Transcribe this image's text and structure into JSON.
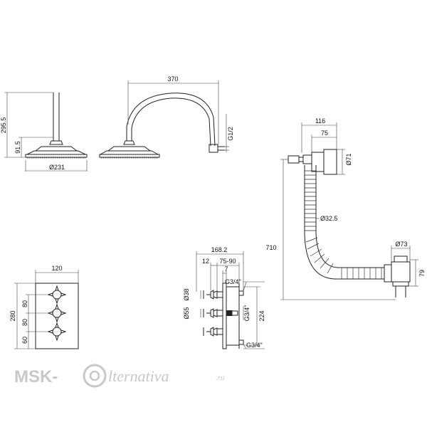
{
  "shower_head": {
    "height_total": "295.5",
    "height_head": "91.5",
    "diameter": "Ø231"
  },
  "shower_arm": {
    "width": "370",
    "thread": "G1/2"
  },
  "bath_filler": {
    "width_total": "116",
    "width_inner": "75",
    "diameter_handle": "Ø71",
    "diameter_hose": "Ø32.5",
    "height": "710",
    "diameter_waste": "Ø73",
    "height_waste": "79"
  },
  "valve_front": {
    "width": "120",
    "height": "280",
    "spacing_top": "80",
    "spacing_mid": "80",
    "spacing_bottom": "60"
  },
  "valve_side": {
    "depth_total": "168.2",
    "depth_a": "12",
    "depth_range": "75-90",
    "depth_b": "7",
    "diameter_knob": "Ø38",
    "diameter_body": "Ø55",
    "thread_top": "G3/4\"",
    "thread_mid": "G3/4\"",
    "thread_bottom": "G3/4\"",
    "height": "224"
  },
  "watermark": {
    "left": "MSK-",
    "right": "lternativa",
    "suffix": ".ru"
  }
}
